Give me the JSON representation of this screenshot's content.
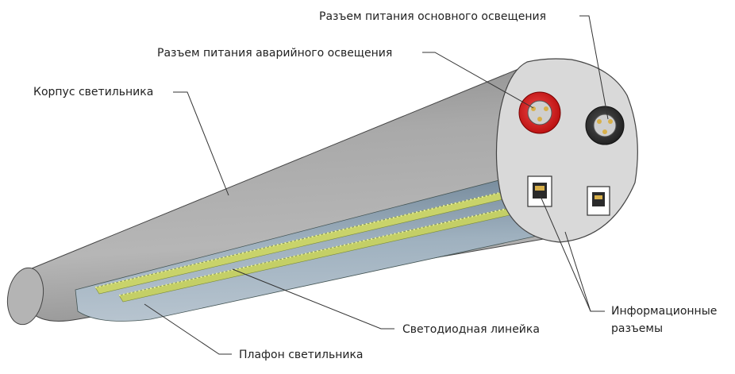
{
  "labels": {
    "main_power": "Разъем питания основного освещения",
    "emergency_power": "Разъем питания аварийного освещения",
    "housing": "Корпус светильника",
    "info_line1": "Информационные",
    "info_line2": "разъемы",
    "led_strip": "Светодиодная линейка",
    "diffuser": "Плафон светильника"
  },
  "colors": {
    "housing": "#9e9e9e",
    "end_cap": "#d9d9d9",
    "diffuser": "#8ea3b4",
    "led": "#c9d36a",
    "emergency_connector": "#d61616",
    "main_connector": "#2a2a2a",
    "leader_line": "#333333"
  }
}
